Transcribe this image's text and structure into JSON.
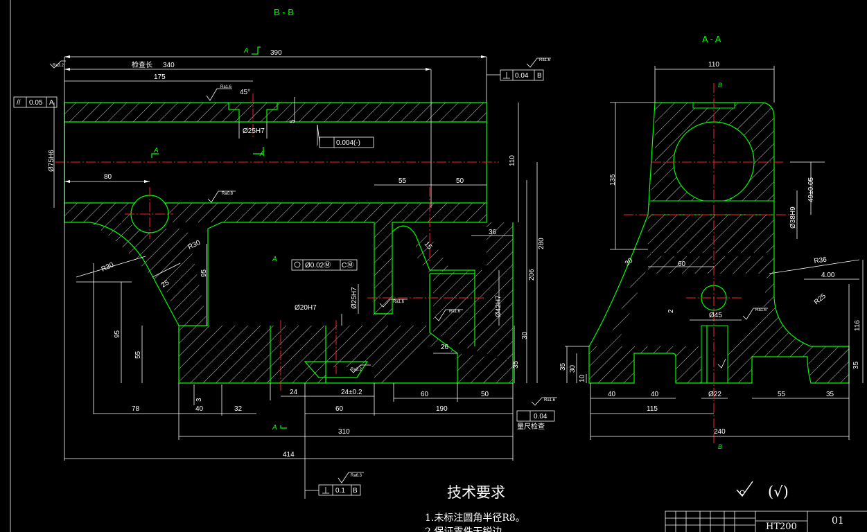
{
  "views": {
    "section_bb": "B - B",
    "section_aa": "A - A",
    "mark_a": "A",
    "mark_b": "B"
  },
  "dims_bb": {
    "d390": "390",
    "jiancha": "检查长",
    "d340": "340",
    "d175": "175",
    "d80": "80",
    "d55": "55",
    "d50": "50",
    "d110": "110",
    "d280": "280",
    "d206": "206",
    "d36": "36",
    "d15": "15",
    "d95a": "95",
    "d95b": "95",
    "d55b": "55",
    "r30": "R30",
    "r30b": "R30",
    "d25": "25",
    "d26": "26",
    "d30": "30",
    "d35": "35",
    "d3": "3",
    "d5": "5",
    "phi75": "Ø75H6",
    "phi25": "Ø25H7",
    "phi25b": "Ø25H7",
    "phi20": "Ø20H7",
    "phi42": "Ø42H7",
    "d45deg": "45°",
    "d78": "78",
    "d40": "40",
    "d32": "32",
    "d24": "24",
    "d24t": "24±0.2",
    "d60": "60",
    "d60b": "60",
    "d50b": "50",
    "d190": "190",
    "d310": "310",
    "d414": "414",
    "d25s": "25",
    "ra16": "Ra1.6",
    "ra32": "Ra3.2",
    "ra08": "Ra0.8",
    "ra63": "Ra6.3"
  },
  "tolerances": {
    "parallel": "//",
    "parallel_val": "0.05",
    "parallel_ref": "A",
    "perp_val": "0.04",
    "perp_ref": "B",
    "flat_val": "0.004(-)",
    "pos_val": "Ø0.02Ⓜ",
    "pos_ref": "CⓂ",
    "perp2_val": "0.1",
    "perp2_ref": "B",
    "flat2_val": "0.04",
    "ruler_check": "量尺检查"
  },
  "dims_aa": {
    "d110": "110",
    "d135": "135",
    "d49": "49±0.05",
    "phi38": "Ø38H9",
    "d60": "60",
    "d30": "30",
    "r36": "R36",
    "d4": "4.00",
    "r25": "R25",
    "d116": "116",
    "d2": "2",
    "phi45": "Ø45",
    "d35a": "35",
    "d30a": "30",
    "d10": "10",
    "d40a": "40",
    "d40b": "40",
    "phi22": "Ø22",
    "d55": "55",
    "d35b": "35",
    "d35c": "35",
    "d115": "115",
    "d240": "240"
  },
  "notes": {
    "heading": "技术要求",
    "line1": "1.未标注圆角半径R8。",
    "line2": "2.保证零件无锐边"
  },
  "title_block": {
    "material": "HT200",
    "number": "01",
    "roughness_rest": "(√)"
  }
}
